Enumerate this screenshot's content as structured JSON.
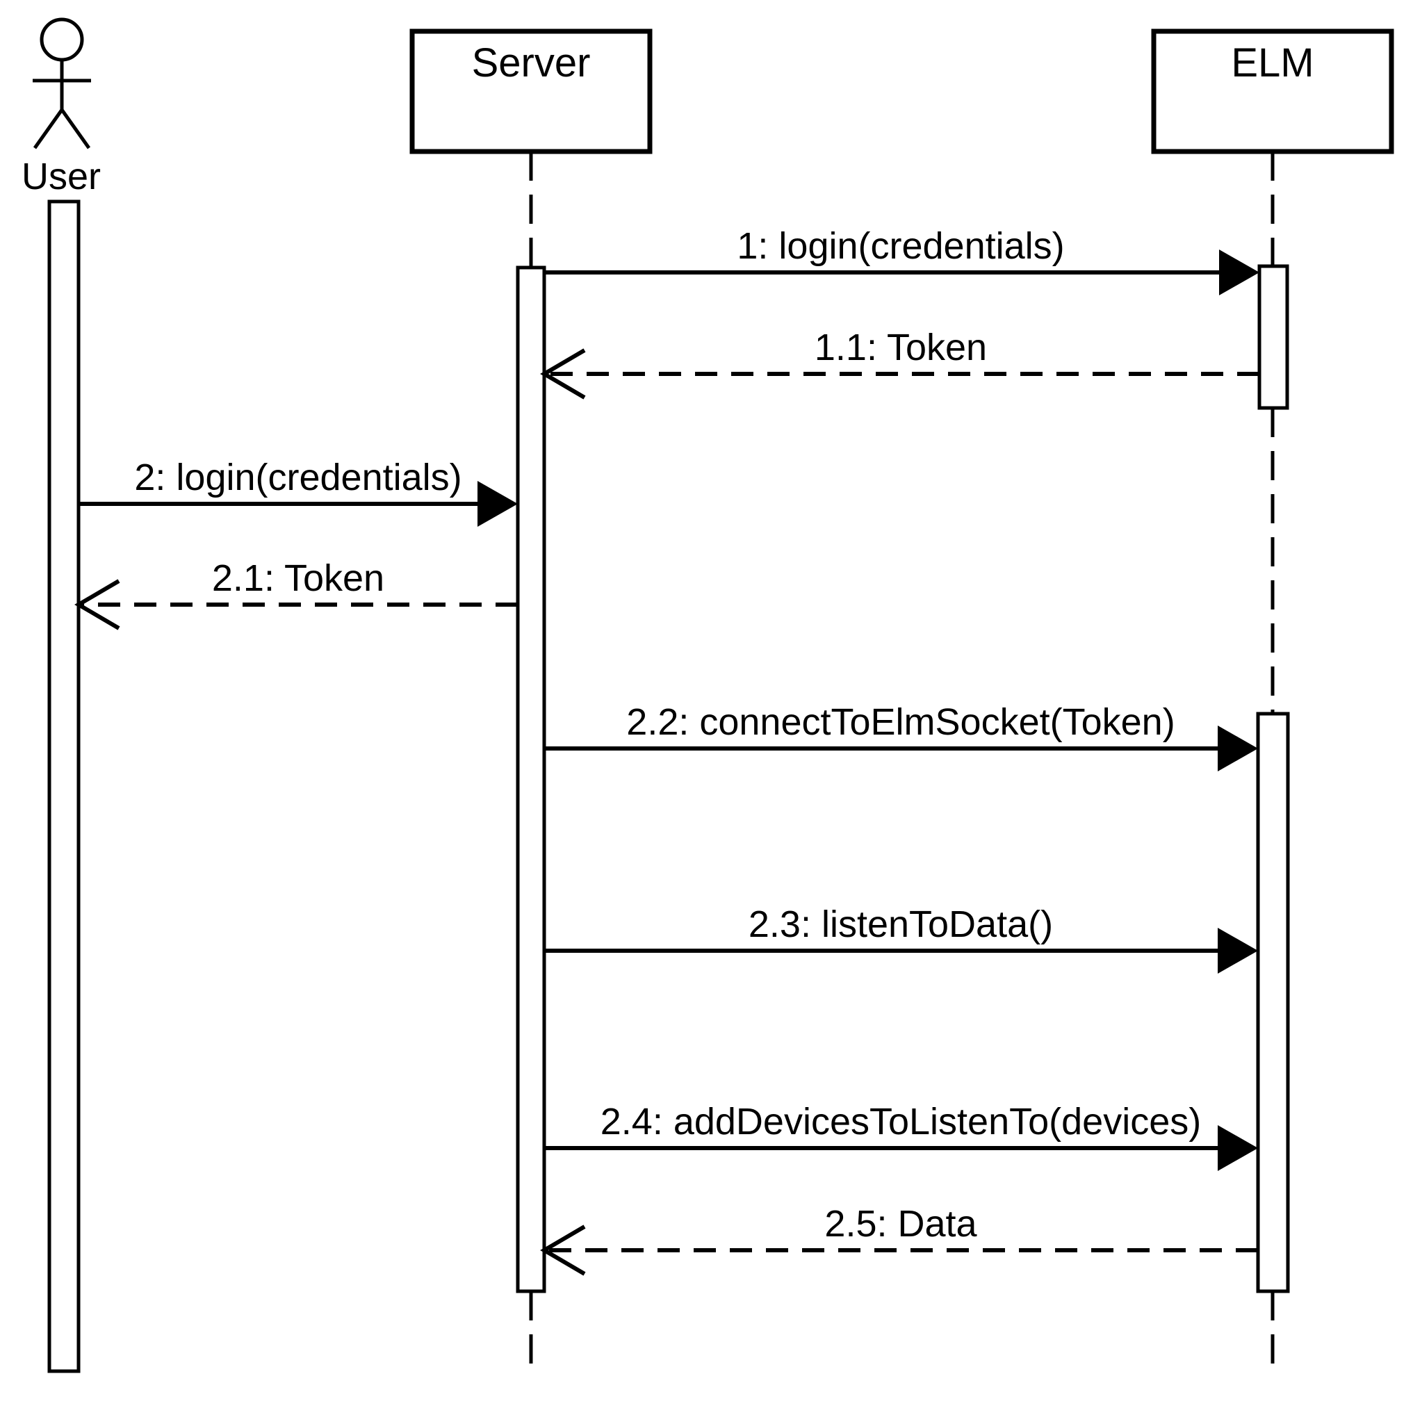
{
  "diagram": {
    "type": "uml-sequence-diagram",
    "participants": [
      {
        "label": "User",
        "kind": "actor"
      },
      {
        "label": "Server",
        "kind": "object"
      },
      {
        "label": "ELM",
        "kind": "object"
      }
    ],
    "messages": [
      {
        "label": "1: login(credentials)",
        "from": "Server",
        "to": "ELM",
        "style": "sync-call"
      },
      {
        "label": "1.1: Token",
        "from": "ELM",
        "to": "Server",
        "style": "return"
      },
      {
        "label": "2: login(credentials)",
        "from": "User",
        "to": "Server",
        "style": "sync-call"
      },
      {
        "label": "2.1: Token",
        "from": "Server",
        "to": "User",
        "style": "return"
      },
      {
        "label": "2.2: connectToElmSocket(Token)",
        "from": "Server",
        "to": "ELM",
        "style": "sync-call"
      },
      {
        "label": "2.3: listenToData()",
        "from": "Server",
        "to": "ELM",
        "style": "sync-call"
      },
      {
        "label": "2.4: addDevicesToListenTo(devices)",
        "from": "Server",
        "to": "ELM",
        "style": "sync-call"
      },
      {
        "label": "2.5: Data",
        "from": "ELM",
        "to": "Server",
        "style": "return"
      }
    ],
    "colors": {
      "stroke": "#000000",
      "fill": "#ffffff",
      "background": "#ffffff"
    }
  }
}
